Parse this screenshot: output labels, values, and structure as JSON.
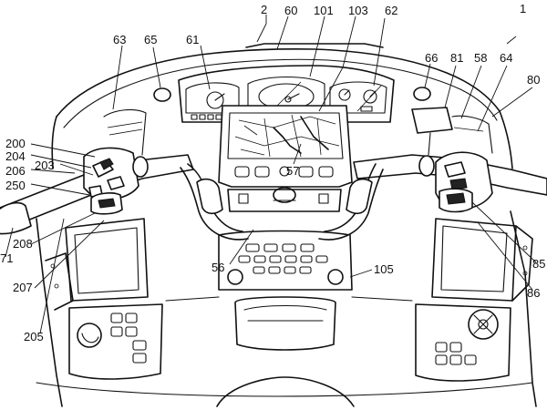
{
  "figure": {
    "labels": {
      "l1": "1",
      "l2": "2",
      "l56": "56",
      "l57": "57",
      "l58": "58",
      "l60": "60",
      "l61": "61",
      "l62": "62",
      "l63": "63",
      "l64": "64",
      "l65": "65",
      "l66": "66",
      "l71": "71",
      "l80": "80",
      "l81": "81",
      "l85": "85",
      "l86": "86",
      "l101": "101",
      "l103": "103",
      "l105": "105",
      "l200": "200",
      "l203": "203",
      "l204": "204",
      "l205": "205",
      "l206": "206",
      "l207": "207",
      "l208": "208",
      "l250": "250"
    }
  }
}
